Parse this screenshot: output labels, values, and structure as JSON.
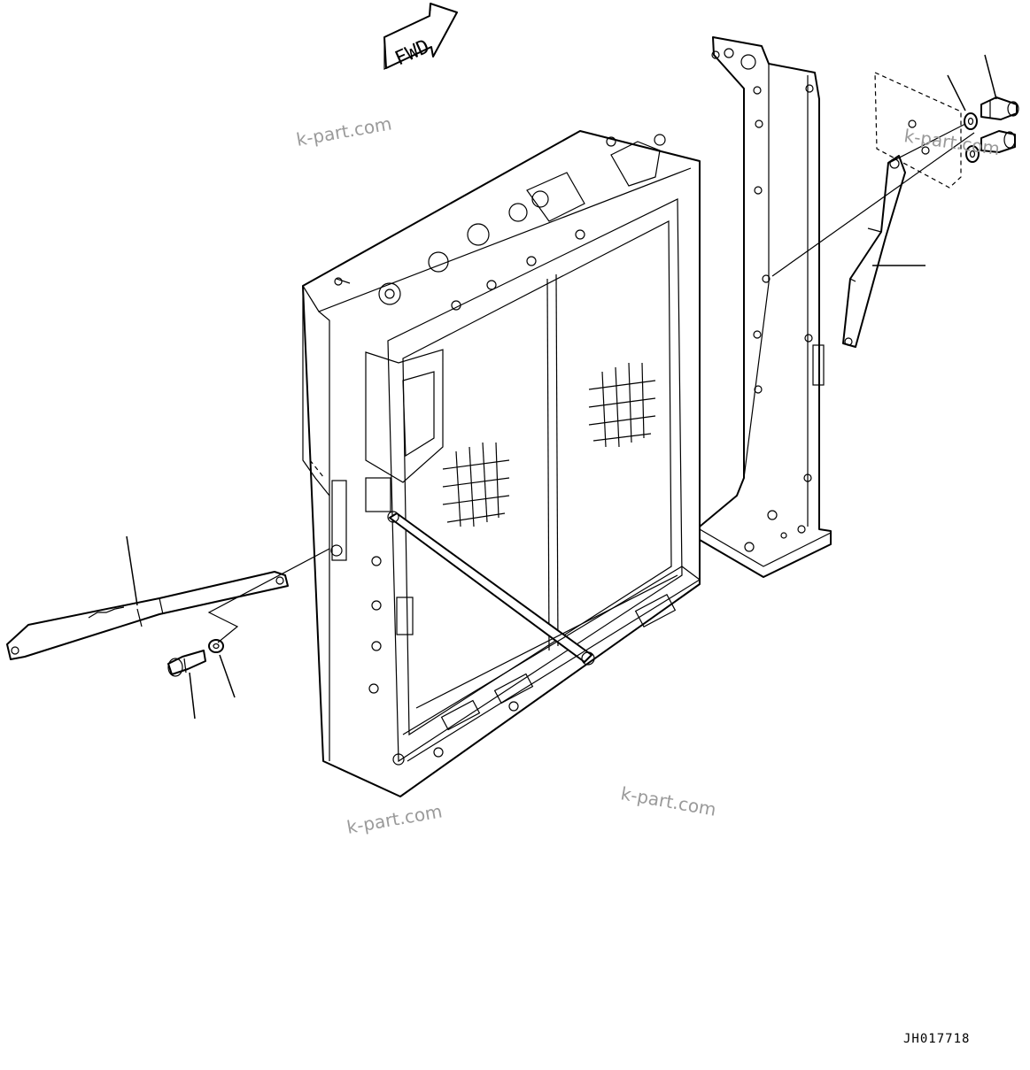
{
  "direction_indicator": {
    "label": "FWD"
  },
  "watermarks": [
    "k-part.com",
    "k-part.com",
    "k-part.com",
    "k-part.com"
  ],
  "drawing_number": "JH017718"
}
